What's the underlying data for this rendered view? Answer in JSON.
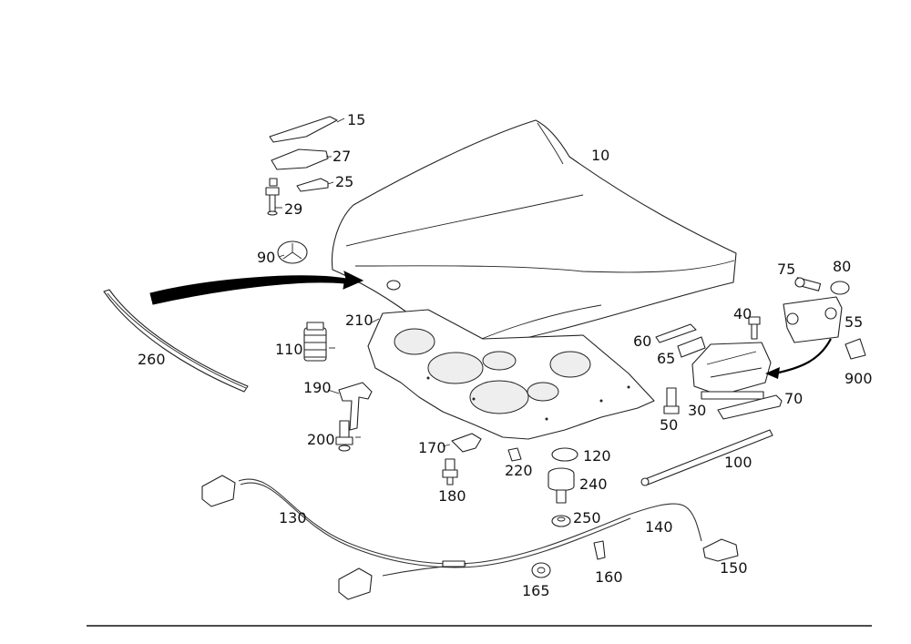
{
  "labels": {
    "l10": "10",
    "l15": "15",
    "l25": "25",
    "l27": "27",
    "l29": "29",
    "l30": "30",
    "l40": "40",
    "l50": "50",
    "l55": "55",
    "l60": "60",
    "l65": "65",
    "l70": "70",
    "l75": "75",
    "l80": "80",
    "l90": "90",
    "l100": "100",
    "l110": "110",
    "l120": "120",
    "l130": "130",
    "l140": "140",
    "l150": "150",
    "l160": "160",
    "l165": "165",
    "l170a": "170",
    "l180": "180",
    "l190": "190",
    "l200": "200",
    "l210": "210",
    "l220": "220",
    "l240": "240",
    "l250": "250",
    "l260": "260",
    "l900": "900"
  }
}
